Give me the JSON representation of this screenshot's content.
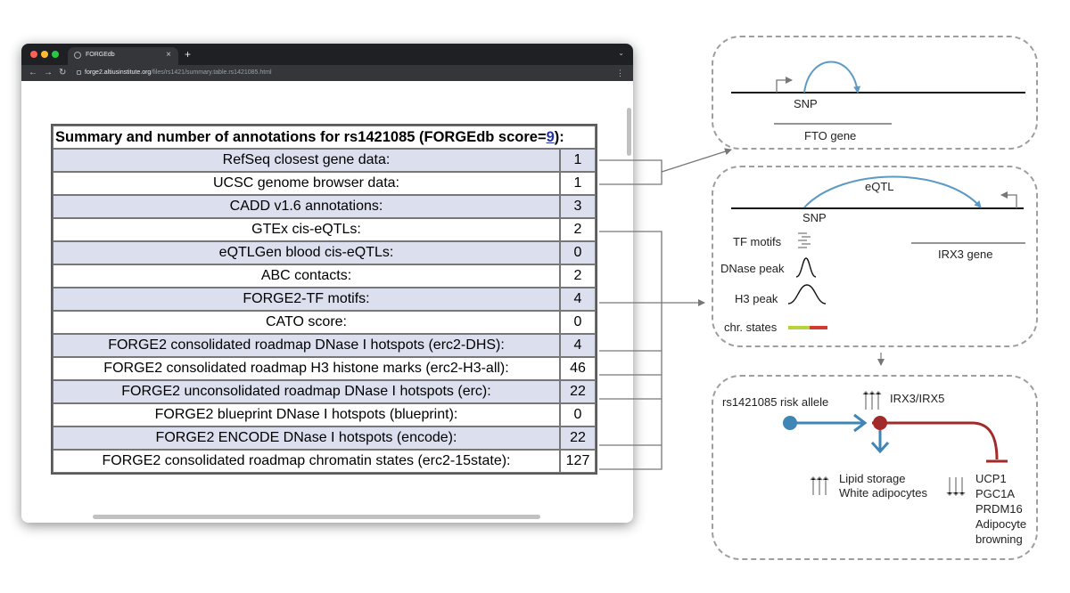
{
  "browser": {
    "tab_title": "FORGEdb",
    "tab_close": "×",
    "new_tab": "+",
    "url_host": "forge2.altiusinstitute.org",
    "url_path": "/files/rs1421/summary.table.rs1421085.html"
  },
  "table": {
    "title_prefix": "Summary and number of annotations for rs1421085 (FORGEdb score=",
    "title_link": "9",
    "title_suffix": "):",
    "rows": [
      {
        "label": "RefSeq closest gene data:",
        "value": "1"
      },
      {
        "label": "UCSC genome browser data:",
        "value": "1"
      },
      {
        "label": "CADD v1.6 annotations:",
        "value": "3"
      },
      {
        "label": "GTEx cis-eQTLs:",
        "value": "2"
      },
      {
        "label": "eQTLGen blood cis-eQTLs:",
        "value": "0"
      },
      {
        "label": "ABC contacts:",
        "value": "2"
      },
      {
        "label": "FORGE2-TF motifs:",
        "value": "4"
      },
      {
        "label": "CATO score:",
        "value": "0"
      },
      {
        "label": "FORGE2 consolidated roadmap DNase I hotspots (erc2-DHS):",
        "value": "4"
      },
      {
        "label": "FORGE2 consolidated roadmap H3 histone marks (erc2-H3-all):",
        "value": "46"
      },
      {
        "label": "FORGE2 unconsolidated roadmap DNase I hotspots (erc):",
        "value": "22"
      },
      {
        "label": "FORGE2 blueprint DNase I hotspots (blueprint):",
        "value": "0"
      },
      {
        "label": "FORGE2 ENCODE DNase I hotspots (encode):",
        "value": "22"
      },
      {
        "label": "FORGE2 consolidated roadmap chromatin states (erc2-15state):",
        "value": "127"
      }
    ]
  },
  "panel1": {
    "snp_label": "SNP",
    "gene_label": "FTO gene"
  },
  "panel2": {
    "eqtl_label": "eQTL",
    "snp_label": "SNP",
    "gene_label": "IRX3 gene",
    "tracks": [
      "TF motifs",
      "DNase peak",
      "H3 peak",
      "chr. states"
    ]
  },
  "panel3": {
    "risk_allele": "rs1421085 risk allele",
    "up_genes": "IRX3/IRX5",
    "lipid_line1": "Lipid storage",
    "lipid_line2": "White adipocytes",
    "down_genes": [
      "UCP1",
      "PGC1A",
      "PRDM16",
      "Adipocyte",
      "browning"
    ]
  },
  "colors": {
    "arc_blue": "#5b9ac4",
    "node_blue": "#3f86b6",
    "repressor_red": "#a32a2a",
    "row_shade": "#dcdfed",
    "state_green": "#b5d33d",
    "state_red": "#d23b2f",
    "link_blue": "#2434a6"
  },
  "icons": [
    "traffic-light-icons",
    "tab-favicon-icon",
    "back-arrow-icon",
    "forward-arrow-icon",
    "reload-icon",
    "lock-icon",
    "menu-icon",
    "up-arrows-icon",
    "down-arrows-icon"
  ]
}
